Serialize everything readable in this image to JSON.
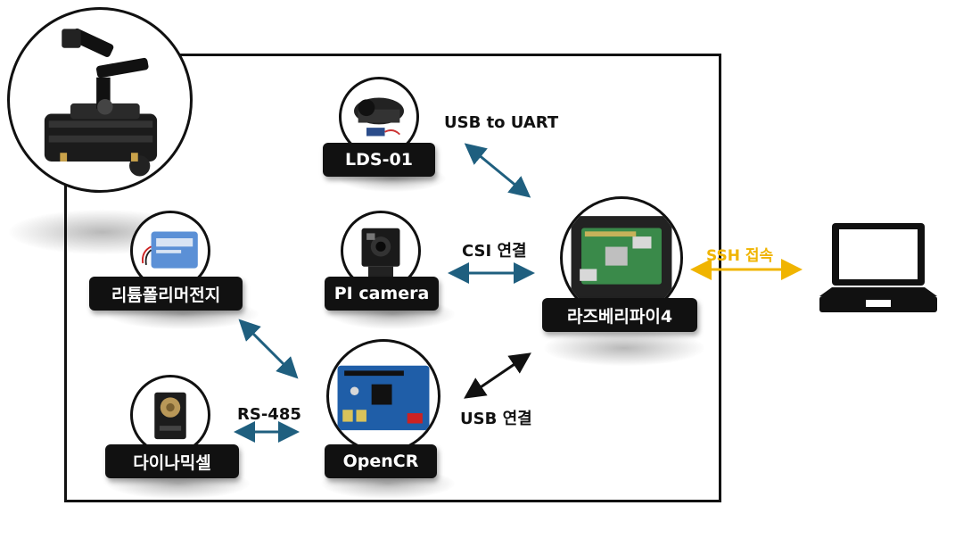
{
  "nodes": {
    "lds": "LDS-01",
    "battery": "리튬폴리머전지",
    "camera": "PI camera",
    "dynamixel": "다이나믹셀",
    "opencr": "OpenCR",
    "rpi": "라즈베리파이4"
  },
  "connections": {
    "usb_uart": "USB to UART",
    "csi": "CSI 연결",
    "usb": "USB 연결",
    "rs485": "RS-485",
    "ssh": "SSH 접속"
  },
  "colors": {
    "teal_arrow": "#1f5f7f",
    "black_arrow": "#111111",
    "ssh": "#f0b400"
  }
}
